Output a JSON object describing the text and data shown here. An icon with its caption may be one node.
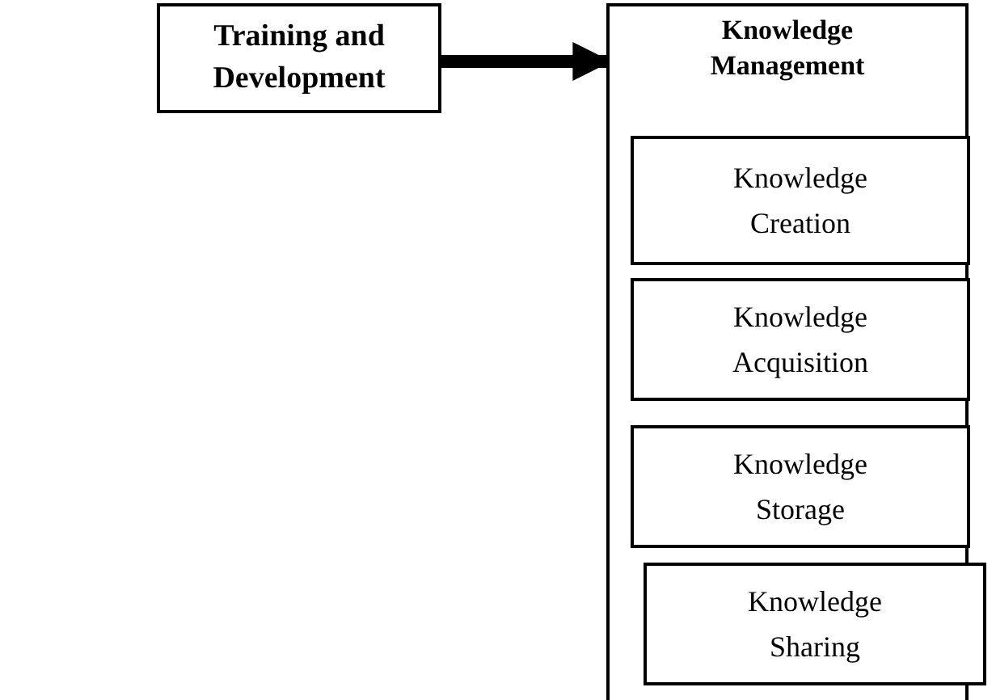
{
  "diagram": {
    "nodes": [
      {
        "text": [
          "Training and Development"
        ]
      },
      {
        "text": [
          "Knowledge Management"
        ]
      },
      {
        "text": [
          "Knowledge Creation"
        ],
        "in": 1
      },
      {
        "text": [
          "Knowledge Acquisition"
        ],
        "in": 1
      },
      {
        "text": [
          "Knowledge Storage"
        ],
        "in": 1
      },
      {
        "text": [
          "Knowledge Sharing"
        ],
        "in": 1
      }
    ],
    "edges": [
      {
        "from": 0,
        "to": 1,
        "arrow": "to"
      }
    ]
  }
}
